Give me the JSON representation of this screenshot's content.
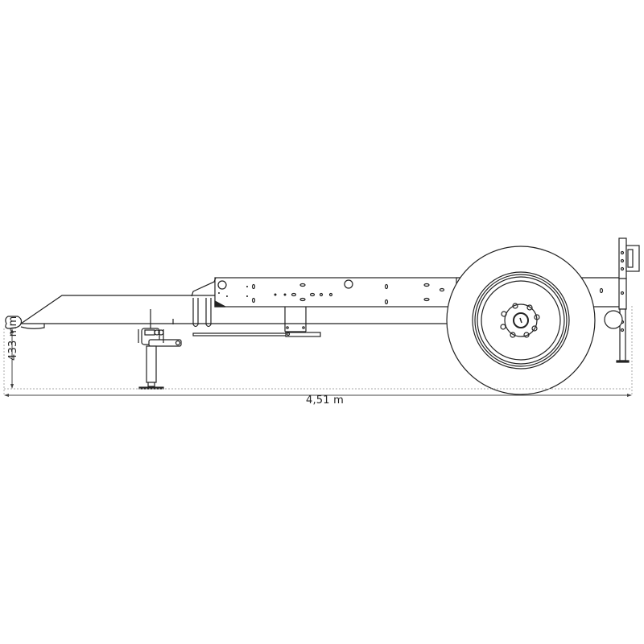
{
  "diagram": {
    "subject": "Single-axle trailer side view",
    "dimensions": {
      "overall_length": "4,51 m",
      "hitch_height": "433 mm"
    },
    "colors": {
      "line": "#222222",
      "dimension_line": "#444444",
      "dotted_guide": "#aaaaaa",
      "background": "#ffffff"
    }
  }
}
